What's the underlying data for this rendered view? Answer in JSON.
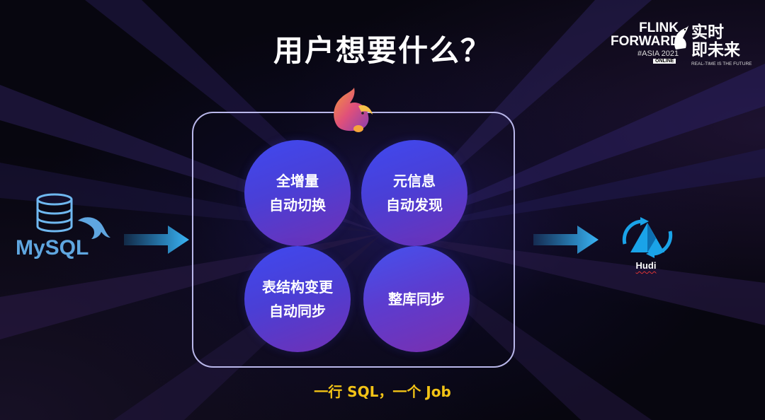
{
  "slide": {
    "title": "用户想要什么？",
    "tagline": "一行 SQL，一个 Job"
  },
  "brand": {
    "line1": "FLINK",
    "line2": "FORWARD",
    "edition": "#ASIA 2021",
    "badge": "ONLINE",
    "cn_line1": "实时",
    "cn_line2": "即未来",
    "slogan": "REAL-TIME IS THE FUTURE"
  },
  "features": [
    {
      "line1": "全增量",
      "line2": "自动切换"
    },
    {
      "line1": "元信息",
      "line2": "自动发现"
    },
    {
      "line1": "表结构变更",
      "line2": "自动同步"
    },
    {
      "line1": "整库同步",
      "line2": ""
    }
  ],
  "source": {
    "label": "MySQL",
    "icon": "database-icon"
  },
  "target": {
    "label": "Hudi",
    "icon": "hudi-logo-icon"
  },
  "colors": {
    "accent": "#f2c316",
    "circle_start": "#3f49f0",
    "circle_end": "#7130b4",
    "arrow": "#2aa8f0",
    "box_border": "#b9b7ea"
  }
}
